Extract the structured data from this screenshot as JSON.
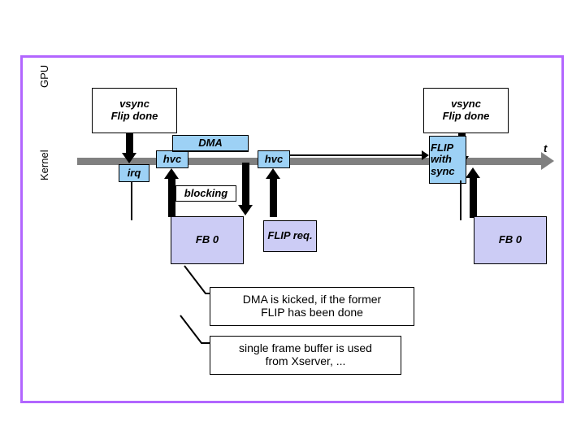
{
  "diagram": {
    "title": "GPU / Kernel vsync flip timing diagram",
    "colors": {
      "border": "#b266ff",
      "timeline": "#808080",
      "blue_box": "#9dd1f5",
      "lavender_box": "#ccccf5",
      "arrow": "#000000"
    },
    "lanes": [
      {
        "name": "gpu-lane-label",
        "label": "GPU"
      },
      {
        "name": "kernel-lane-label",
        "label": "Kernel"
      }
    ],
    "timeline": {
      "axis_label": "t",
      "arrow_icon": "arrow-right-icon"
    },
    "gpu_events": [
      {
        "id": "vsync-1",
        "line1": "vsync",
        "line2": "Flip done"
      },
      {
        "id": "vsync-2",
        "line1": "vsync",
        "line2": "Flip done"
      }
    ],
    "timeline_boxes": [
      {
        "id": "irq",
        "label": "irq"
      },
      {
        "id": "hvc-1",
        "label": "hvc"
      },
      {
        "id": "dma",
        "label": "DMA"
      },
      {
        "id": "hvc-2",
        "label": "hvc"
      },
      {
        "id": "flip-with-sync",
        "line1": "FLIP",
        "line2": "with",
        "line3": "sync"
      }
    ],
    "kernel_boxes": [
      {
        "id": "blocking",
        "label": "blocking"
      },
      {
        "id": "fb0-left",
        "label": "FB 0"
      },
      {
        "id": "flip-req",
        "label": "FLIP req."
      },
      {
        "id": "fb0-right",
        "label": "FB 0"
      }
    ],
    "notes": [
      {
        "id": "note-dma",
        "line1": "DMA is kicked, if the former",
        "line2": "FLIP has been done"
      },
      {
        "id": "note-fb",
        "line1": "single frame buffer is used",
        "line2": "from Xserver, ..."
      }
    ]
  }
}
